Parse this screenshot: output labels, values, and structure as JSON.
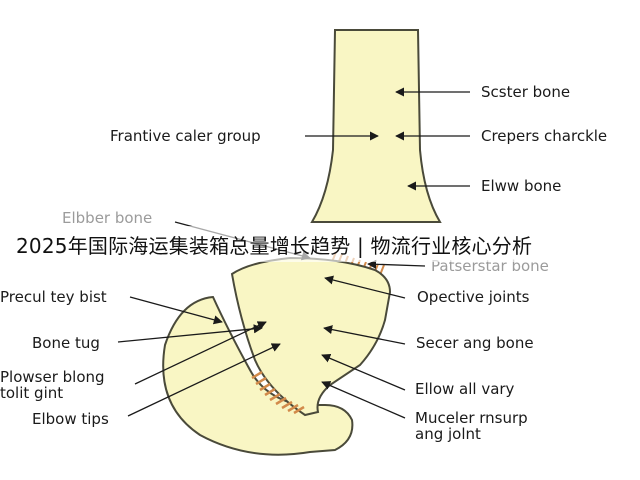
{
  "colors": {
    "bone_fill": "#f9f6c4",
    "bone_outline": "#4a4a3a",
    "joint_stripe": "#d28a4a",
    "arrow": "#1a1a1a",
    "text": "#1a1a1a",
    "faded_text": "#9b9b9b"
  },
  "banner": "2025年国际海运集装箱总量增长趋势 | 物流行业核心分析",
  "labels": {
    "scster_bone": "Scster bone",
    "frantive_caler_group": "Frantive caler group",
    "crepers_charckle": "Crepers charckle",
    "elww_bone": "Elww bone",
    "elbber_bone": "Elbber bone",
    "patserstar_bone": "Patserstar bone",
    "precul_tey_bist": "Precul tey bist",
    "opective_joints": "Opective joints",
    "bone_tug": "Bone tug",
    "secer_ang_bone": "Secer ang bone",
    "plowser_blong_tolit_gint": "Plowser blong\ntolit gint",
    "ellow_all_vary": "Ellow all vary",
    "elbow_tips": "Elbow tips",
    "muceler_rnsurp_ang_jolnt": "Muceler rnsurp\nang jolnt"
  }
}
